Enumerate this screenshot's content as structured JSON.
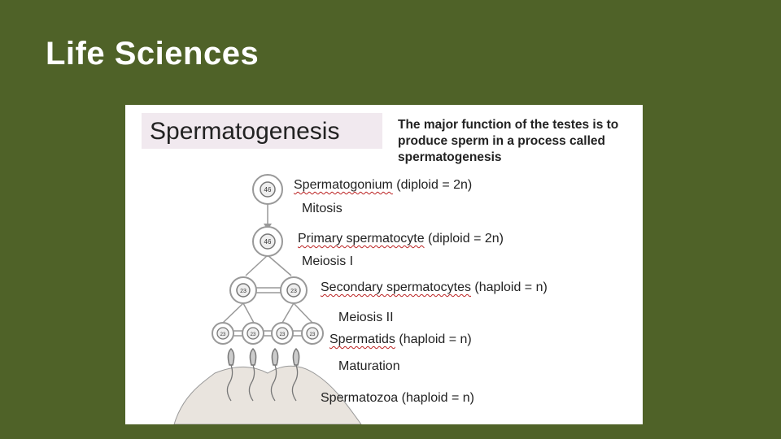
{
  "slide": {
    "title": "Life Sciences"
  },
  "figure": {
    "heading": "Spermatogenesis",
    "intro": "The major function of the testes is to produce sperm in a process called spermatogenesis",
    "cells": {
      "diploid_count": "46",
      "haploid_count": "23"
    },
    "stages": [
      {
        "term": "Spermatogonium",
        "detail": " (diploid = 2n)"
      },
      {
        "process": "Mitosis"
      },
      {
        "term": "Primary spermatocyte",
        "detail": " (diploid = 2n)"
      },
      {
        "process": "Meiosis I"
      },
      {
        "term": "Secondary spermatocytes",
        "detail": " (haploid = n)"
      },
      {
        "process": "Meiosis II"
      },
      {
        "term": "Spermatids",
        "detail": " (haploid = n)"
      },
      {
        "process": "Maturation"
      },
      {
        "term": "Spermatozoa",
        "detail": " (haploid = n)"
      }
    ]
  }
}
